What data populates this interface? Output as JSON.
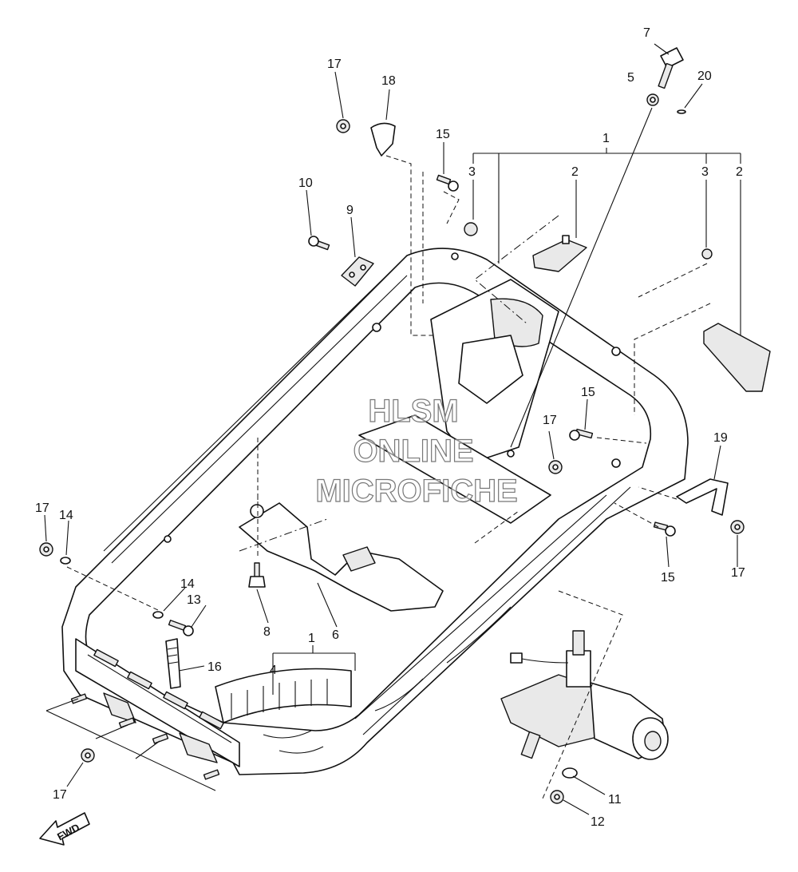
{
  "diagram": {
    "callouts": [
      "1",
      "2",
      "3",
      "4",
      "5",
      "6",
      "7",
      "8",
      "9",
      "10",
      "11",
      "12",
      "13",
      "14",
      "15",
      "16",
      "17",
      "18",
      "19",
      "20"
    ],
    "watermark": {
      "line1": "HLSM",
      "line2": "ONLINE",
      "line3": "MICROFICHE"
    },
    "fwd_label": "FWD"
  }
}
